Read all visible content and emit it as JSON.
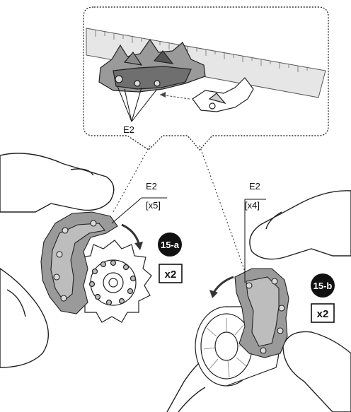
{
  "callout": {
    "part_label": "E2"
  },
  "left_assembly": {
    "part_label": "E2",
    "count_label": "[x5]",
    "step_badge": "15-a",
    "quantity": "x2"
  },
  "right_assembly": {
    "part_label": "E2",
    "count_label": "[x4]",
    "step_badge": "15-b",
    "quantity": "x2"
  },
  "colors": {
    "ink": "#1a1a1a",
    "part_fill": "#9a9a9a",
    "part_dark": "#6f6f6f",
    "ruler_fill": "#e6e6e6"
  },
  "icons": [
    "ruler",
    "track-link",
    "sprocket-wheel",
    "idler-wheel",
    "hand",
    "rotation-arrow"
  ]
}
